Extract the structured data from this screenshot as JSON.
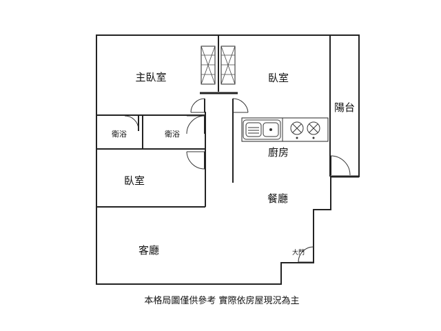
{
  "rooms": {
    "master_bedroom": "主臥室",
    "bedroom_north": "臥室",
    "bathroom_left": "衛浴",
    "bathroom_right": "衛浴",
    "bedroom_west": "臥室",
    "balcony": "陽台",
    "kitchen": "廚房",
    "dining_room": "餐廳",
    "living_room": "客廳",
    "main_door": "大門"
  },
  "disclaimer": "本格局圖僅供參考 實際依房屋現況為主"
}
